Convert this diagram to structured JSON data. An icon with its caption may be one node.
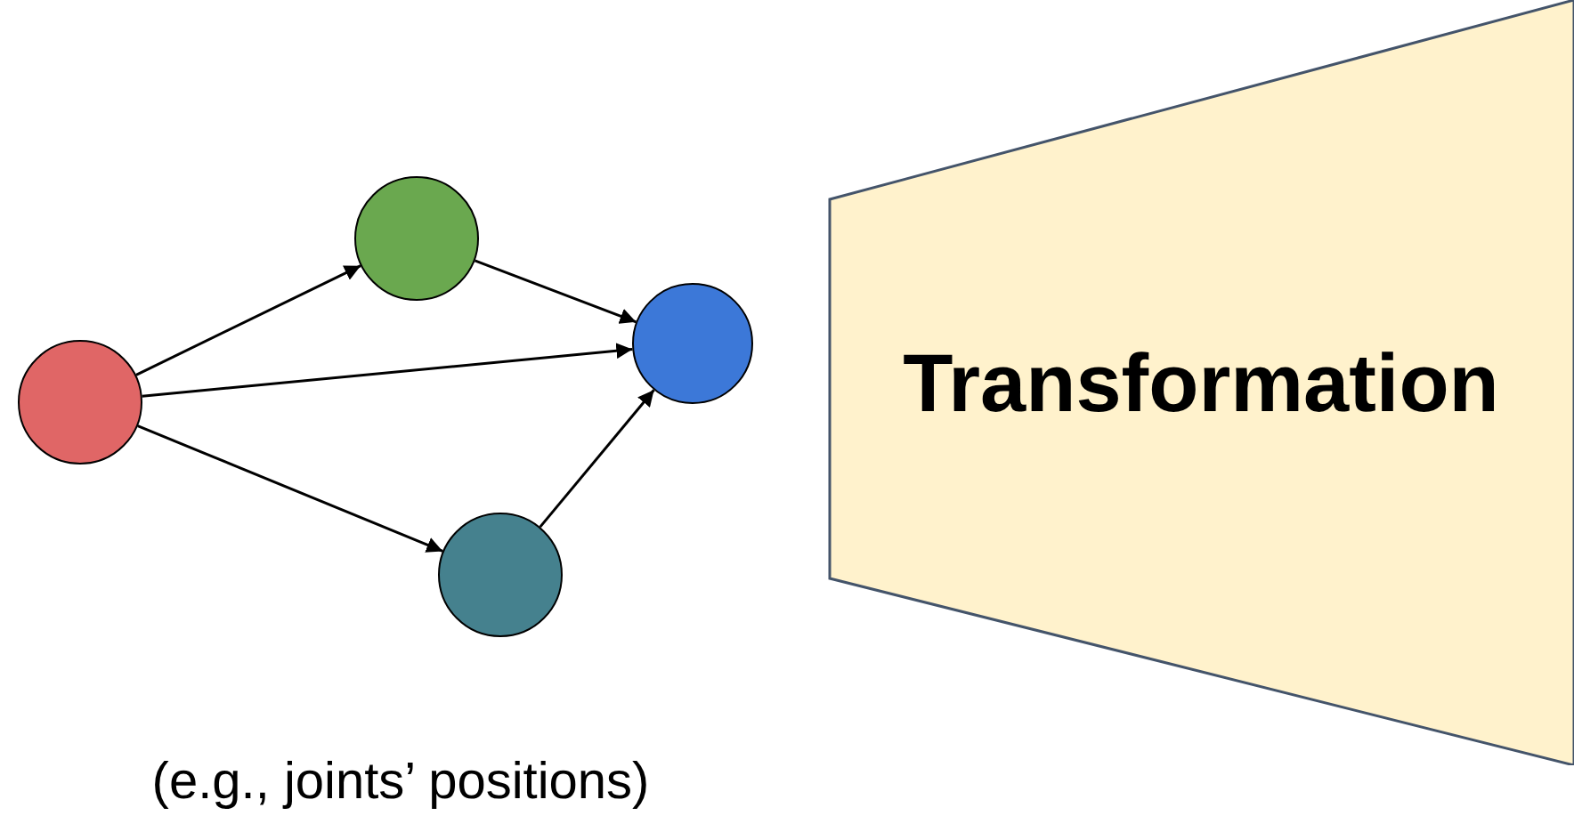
{
  "diagram": {
    "nodes": [
      {
        "text": [],
        "shape": "circle"
      },
      {
        "text": [],
        "shape": "circle"
      },
      {
        "text": [],
        "shape": "circle"
      },
      {
        "text": [],
        "shape": "circle"
      },
      {
        "text": [
          "Transformation"
        ]
      }
    ],
    "edges": [
      {
        "from": 0,
        "to": 1,
        "arrow": "to"
      },
      {
        "from": 0,
        "to": 2,
        "arrow": "to"
      },
      {
        "from": 0,
        "to": 3,
        "arrow": "to"
      },
      {
        "from": 1,
        "to": 2,
        "arrow": "to"
      },
      {
        "from": 3,
        "to": 2,
        "arrow": "to"
      }
    ],
    "labels": [
      "(e.g., joints’ positions)"
    ]
  }
}
